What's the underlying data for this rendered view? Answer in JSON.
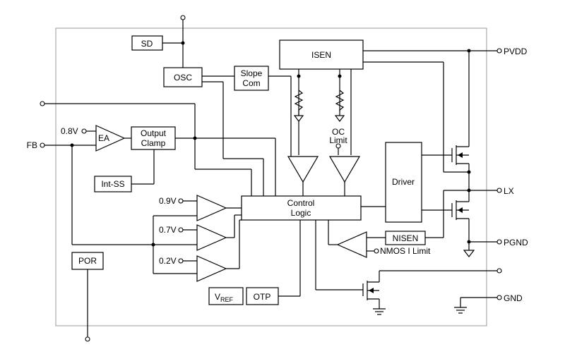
{
  "blocks": {
    "sd": "SD",
    "osc": "OSC",
    "slope_com_line1": "Slope",
    "slope_com_line2": "Com",
    "isen": "ISEN",
    "ea": "EA",
    "output_clamp_line1": "Output",
    "output_clamp_line2": "Clamp",
    "int_ss": "Int-SS",
    "control_logic_line1": "Control",
    "control_logic_line2": "Logic",
    "driver": "Driver",
    "nisen": "NISEN",
    "por": "POR",
    "vref_main": "V",
    "vref_sub": "REF",
    "otp": "OTP"
  },
  "labels": {
    "oc_limit_line1": "OC",
    "oc_limit_line2": "Limit",
    "nmos_limit": "NMOS I Limit",
    "v08": "0.8V",
    "v09": "0.9V",
    "v07": "0.7V",
    "v02": "0.2V"
  },
  "pins": {
    "fb": "FB",
    "pvdd": "PVDD",
    "lx": "LX",
    "pgnd": "PGND",
    "gnd": "GND"
  }
}
